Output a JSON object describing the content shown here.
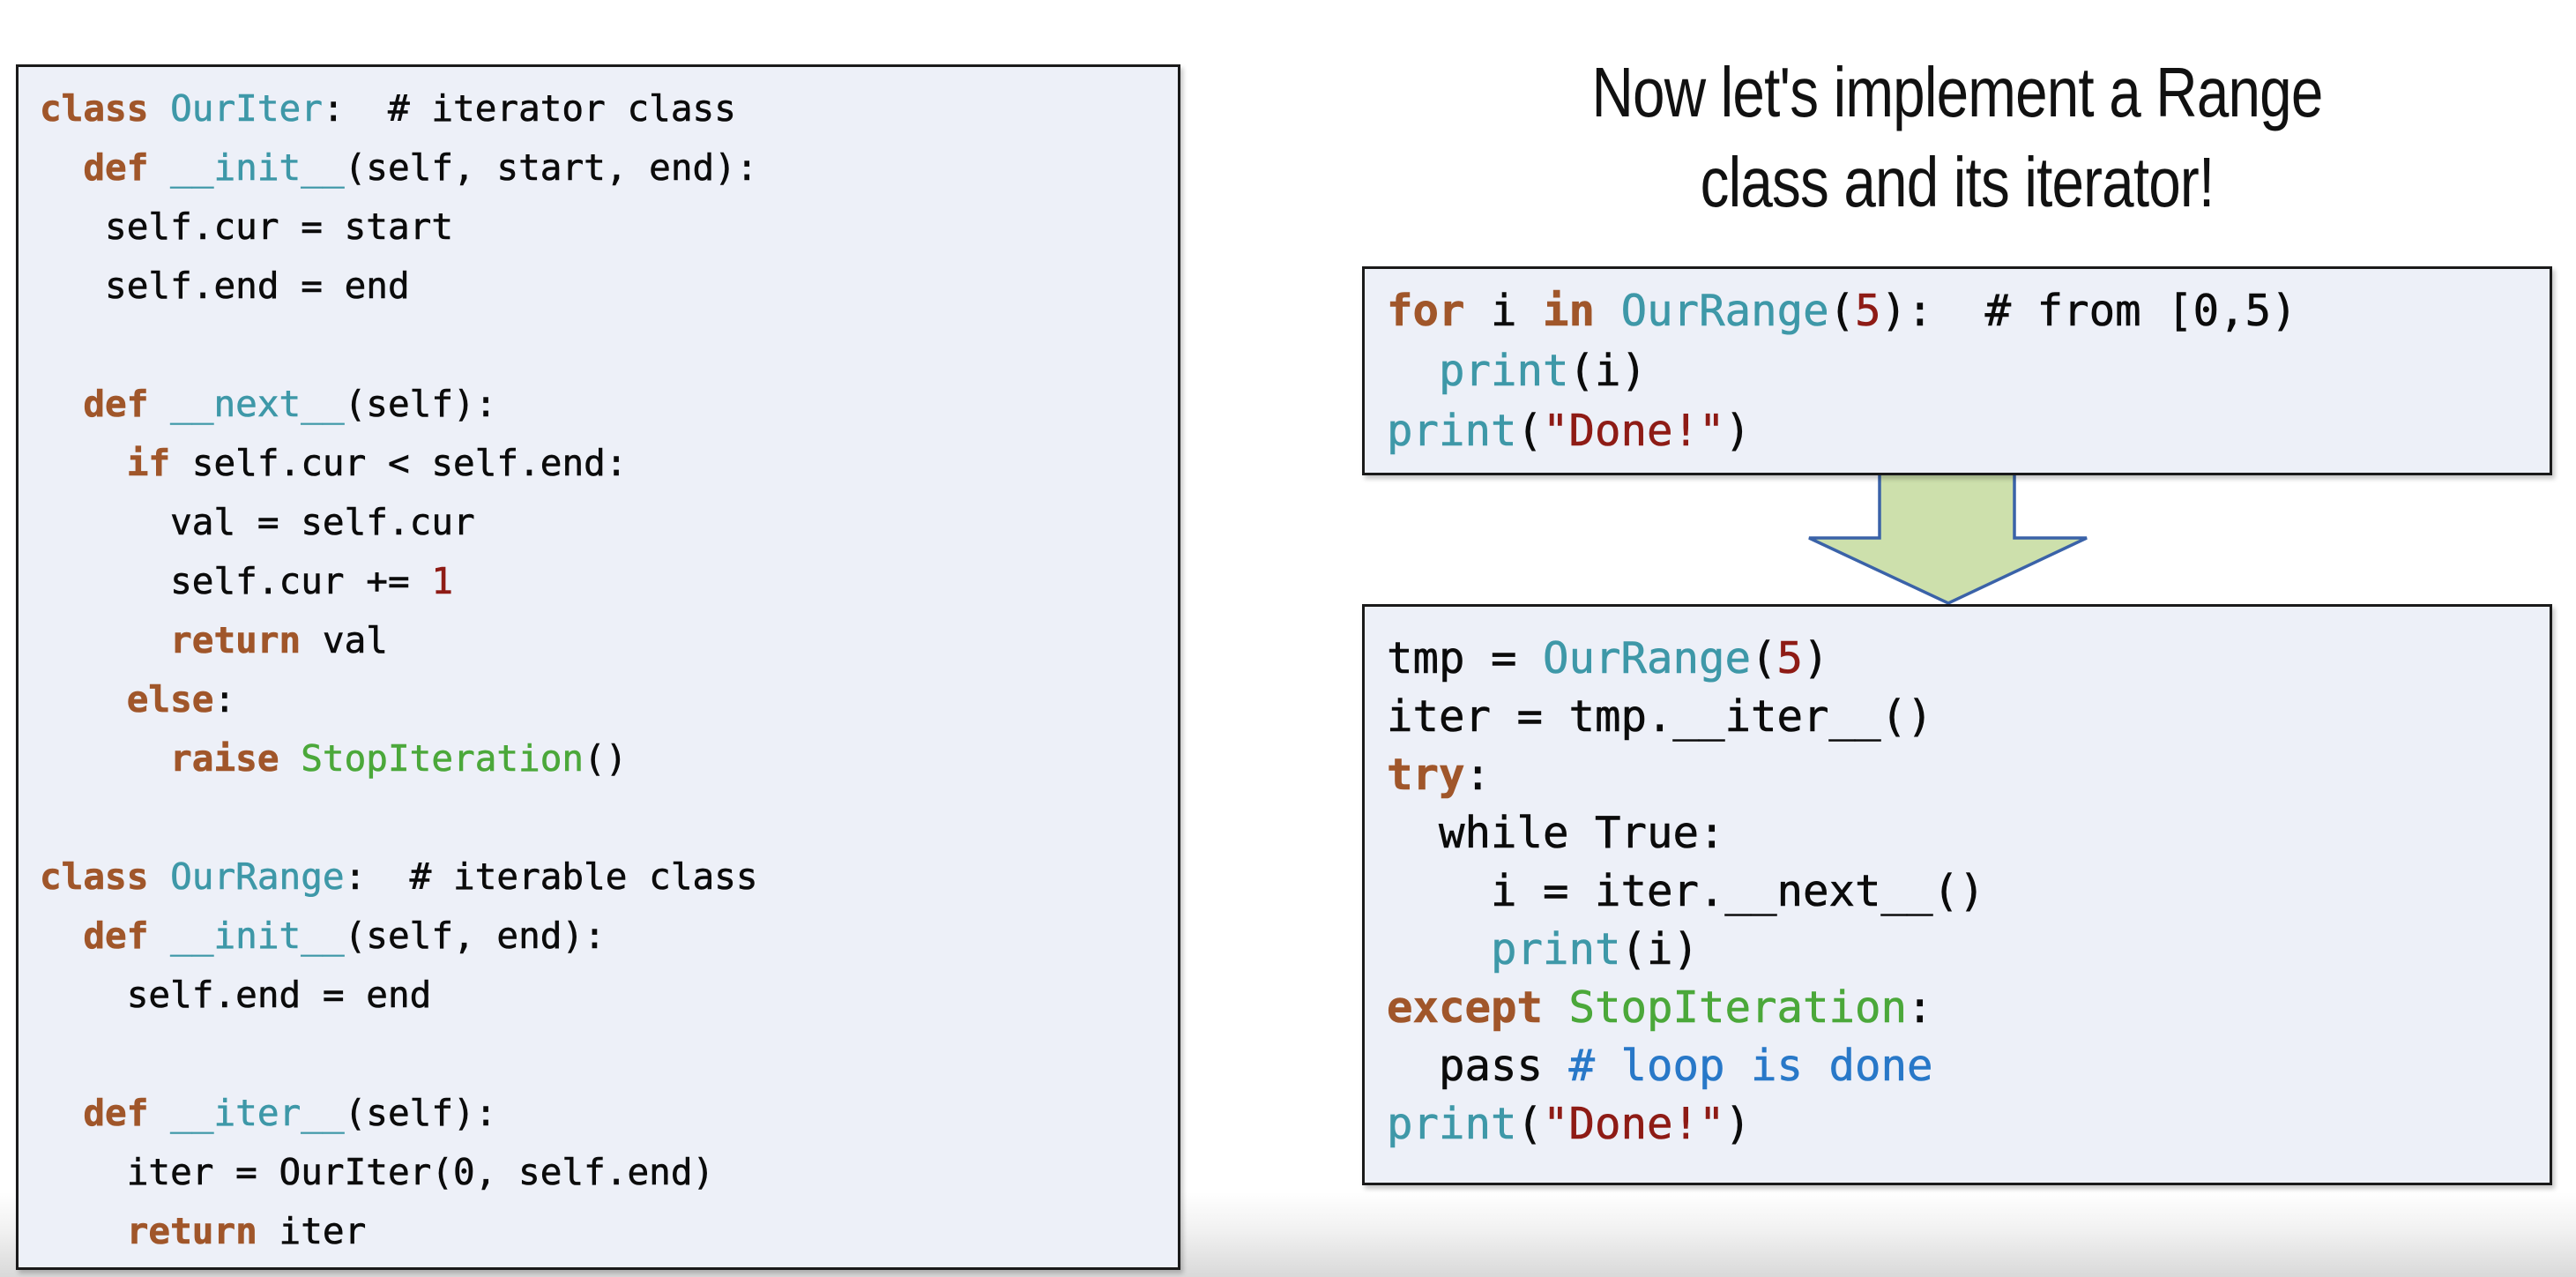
{
  "title": {
    "line1": "Now let's implement a Range",
    "line2": "class and its iterator!"
  },
  "colors": {
    "keyword": "#A0562A",
    "class_name": "#3E98A8",
    "exception": "#4BA83A",
    "number": "#8E1B15",
    "string": "#8E1B15",
    "comment_blue": "#2878C8",
    "code_text": "#0B0B0B",
    "box_background": "#EDF0F8",
    "box_border": "#1A1A1A",
    "arrow_fill": "#CDE0AC",
    "arrow_stroke": "#3A62A8",
    "title_text": "#111111"
  },
  "code_boxes": {
    "iterator_classes": {
      "lines": [
        [
          [
            "k",
            "class"
          ],
          [
            "p",
            " "
          ],
          [
            "c",
            "OurIter"
          ],
          [
            "p",
            ":  # iterator class"
          ]
        ],
        [
          [
            "p",
            "  "
          ],
          [
            "k",
            "def"
          ],
          [
            "p",
            " "
          ],
          [
            "c",
            "__init__"
          ],
          [
            "p",
            "(self, start, end):"
          ]
        ],
        [
          [
            "p",
            "   self.cur = start"
          ]
        ],
        [
          [
            "p",
            "   self.end = end"
          ]
        ],
        [],
        [
          [
            "p",
            "  "
          ],
          [
            "k",
            "def"
          ],
          [
            "p",
            " "
          ],
          [
            "c",
            "__next__"
          ],
          [
            "p",
            "(self):"
          ]
        ],
        [
          [
            "p",
            "    "
          ],
          [
            "k",
            "if"
          ],
          [
            "p",
            " self.cur < self.end:"
          ]
        ],
        [
          [
            "p",
            "      val = self.cur"
          ]
        ],
        [
          [
            "p",
            "      self.cur += "
          ],
          [
            "n",
            "1"
          ]
        ],
        [
          [
            "p",
            "      "
          ],
          [
            "k",
            "return"
          ],
          [
            "p",
            " val"
          ]
        ],
        [
          [
            "p",
            "    "
          ],
          [
            "k",
            "else"
          ],
          [
            "p",
            ":"
          ]
        ],
        [
          [
            "p",
            "      "
          ],
          [
            "k",
            "raise"
          ],
          [
            "p",
            " "
          ],
          [
            "e",
            "StopIteration"
          ],
          [
            "p",
            "()"
          ]
        ],
        [],
        [
          [
            "k",
            "class"
          ],
          [
            "p",
            " "
          ],
          [
            "c",
            "OurRange"
          ],
          [
            "p",
            ":  # iterable class"
          ]
        ],
        [
          [
            "p",
            "  "
          ],
          [
            "k",
            "def"
          ],
          [
            "p",
            " "
          ],
          [
            "c",
            "__init__"
          ],
          [
            "p",
            "(self, end):"
          ]
        ],
        [
          [
            "p",
            "    self.end = end"
          ]
        ],
        [],
        [
          [
            "p",
            "  "
          ],
          [
            "k",
            "def"
          ],
          [
            "p",
            " "
          ],
          [
            "c",
            "__iter__"
          ],
          [
            "p",
            "(self):"
          ]
        ],
        [
          [
            "p",
            "    iter = OurIter(0, self.end)"
          ]
        ],
        [
          [
            "p",
            "    "
          ],
          [
            "k",
            "return"
          ],
          [
            "p",
            " iter"
          ]
        ]
      ]
    },
    "for_loop": {
      "lines": [
        [
          [
            "k",
            "for"
          ],
          [
            "p",
            " i "
          ],
          [
            "k",
            "in"
          ],
          [
            "p",
            " "
          ],
          [
            "c",
            "OurRange"
          ],
          [
            "p",
            "("
          ],
          [
            "n",
            "5"
          ],
          [
            "p",
            "):  # from [0,5)"
          ]
        ],
        [
          [
            "p",
            "  "
          ],
          [
            "c",
            "print"
          ],
          [
            "p",
            "(i)"
          ]
        ],
        [
          [
            "c",
            "print"
          ],
          [
            "p",
            "("
          ],
          [
            "s",
            "\"Done!\""
          ],
          [
            "p",
            ")"
          ]
        ]
      ]
    },
    "desugared_loop": {
      "lines": [
        [
          [
            "p",
            "tmp = "
          ],
          [
            "c",
            "OurRange"
          ],
          [
            "p",
            "("
          ],
          [
            "n",
            "5"
          ],
          [
            "p",
            ")"
          ]
        ],
        [
          [
            "p",
            "iter = tmp.__iter__()"
          ]
        ],
        [
          [
            "k",
            "try"
          ],
          [
            "p",
            ":"
          ]
        ],
        [
          [
            "p",
            "  while True:"
          ]
        ],
        [
          [
            "p",
            "    i = iter.__next__()"
          ]
        ],
        [
          [
            "p",
            "    "
          ],
          [
            "c",
            "print"
          ],
          [
            "p",
            "(i)"
          ]
        ],
        [
          [
            "k",
            "except"
          ],
          [
            "p",
            " "
          ],
          [
            "e",
            "StopIteration"
          ],
          [
            "p",
            ":"
          ]
        ],
        [
          [
            "p",
            "  pass "
          ],
          [
            "b",
            "# loop is done"
          ]
        ],
        [
          [
            "c",
            "print"
          ],
          [
            "p",
            "("
          ],
          [
            "s",
            "\"Done!\""
          ],
          [
            "p",
            ")"
          ]
        ]
      ]
    }
  }
}
